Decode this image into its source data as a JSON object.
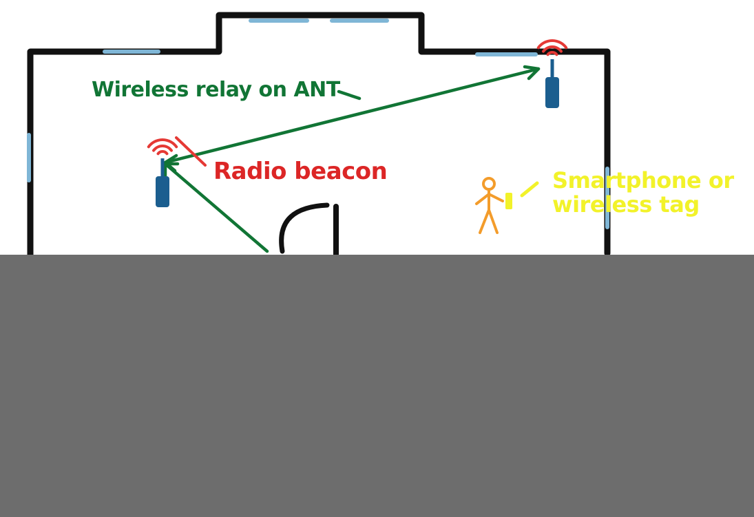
{
  "labels": {
    "relay": "Wireless relay on ANT",
    "beacon": "Radio beacon",
    "phone_line1": "Smartphone or",
    "phone_line2": "wireless tag"
  },
  "colors": {
    "wall": "#111111",
    "window": "#7fb6d6",
    "relay_green": "#117535",
    "beacon_red": "#dc2626",
    "signal_red": "#e53935",
    "device_blue": "#1b5e8f",
    "person_orange": "#f39c2b",
    "tag_yellow": "#f2f22a",
    "occluder_gray": "#6d6d6d"
  },
  "icons": [
    "radio-beacon-icon",
    "wifi-signal-icon",
    "person-icon",
    "wireless-tag-icon"
  ]
}
